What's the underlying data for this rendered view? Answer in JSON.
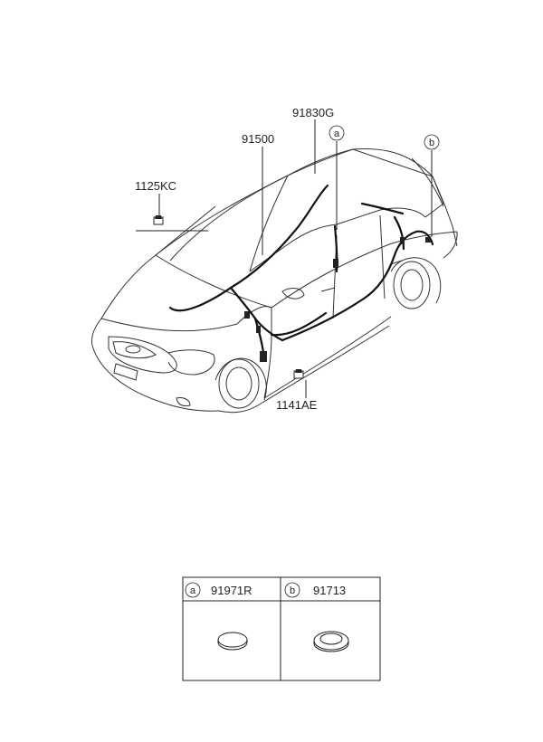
{
  "part_labels": {
    "p91830g": "91830G",
    "p91500": "91500",
    "p1125kc": "1125KC",
    "p1141ae": "1141AE"
  },
  "callouts": {
    "a": "a",
    "b": "b"
  },
  "table": {
    "cells": [
      {
        "ref": "a",
        "part": "91971R"
      },
      {
        "ref": "b",
        "part": "91713"
      }
    ]
  }
}
